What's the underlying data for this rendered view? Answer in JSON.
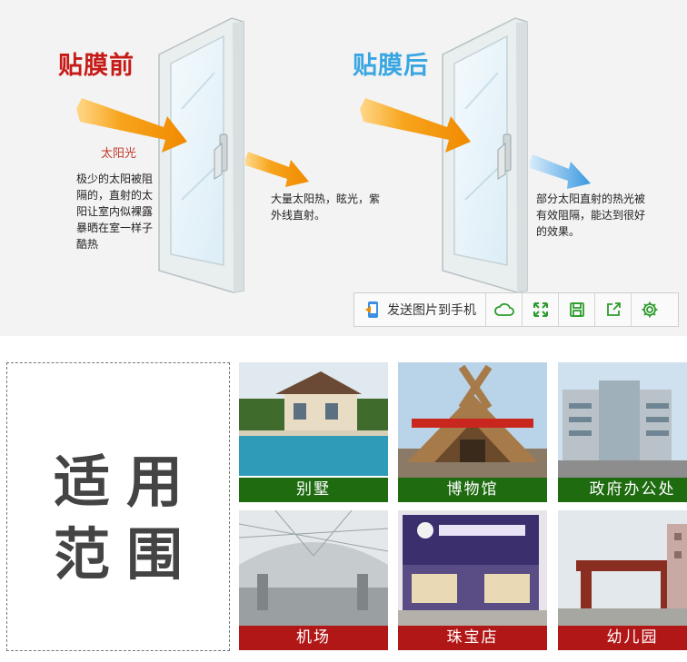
{
  "diagram": {
    "before_title": "贴膜前",
    "after_title": "贴膜后",
    "sun_label": "太阳光",
    "before_desc": "极少的太阳被阻隔的，直射的太阳让室内似裸露暴晒在室一样子酷热",
    "before_out_desc": "大量太阳热，眩光，紫外线直射。",
    "after_desc": "部分太阳直射的热光被有效阻隔，能达到很好的效果。"
  },
  "toolbar": {
    "send_label": "发送图片到手机",
    "buttons": [
      "cloud-icon",
      "expand-icon",
      "save-icon",
      "share-icon",
      "settings-icon"
    ]
  },
  "scope": {
    "line1": "适用",
    "line2": "范围"
  },
  "tiles": [
    {
      "label": "别墅"
    },
    {
      "label": "博物馆"
    },
    {
      "label": "政府办公处"
    },
    {
      "label": "机场"
    },
    {
      "label": "珠宝店"
    },
    {
      "label": "幼儿园"
    }
  ],
  "colors": {
    "before_title": "#c61a17",
    "after_title": "#39a6e2",
    "caption_green": "#1e6b10",
    "caption_red": "#b21717",
    "accent_icon": "#2e9c2e"
  }
}
